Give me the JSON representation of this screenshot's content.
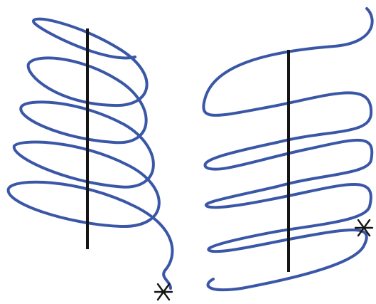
{
  "colors": {
    "coil": "#3a57a7",
    "axis": "#141414",
    "marker": "#141414",
    "background": "#ffffff"
  },
  "figure": {
    "helices": [
      {
        "id": "left",
        "turns": 5,
        "taper": "narrows-toward-top",
        "has_axis": true,
        "end_marker": "asterisk-icon"
      },
      {
        "id": "right",
        "turns": 5,
        "taper": "uniform",
        "has_axis": true,
        "end_marker": "asterisk-icon"
      }
    ]
  }
}
